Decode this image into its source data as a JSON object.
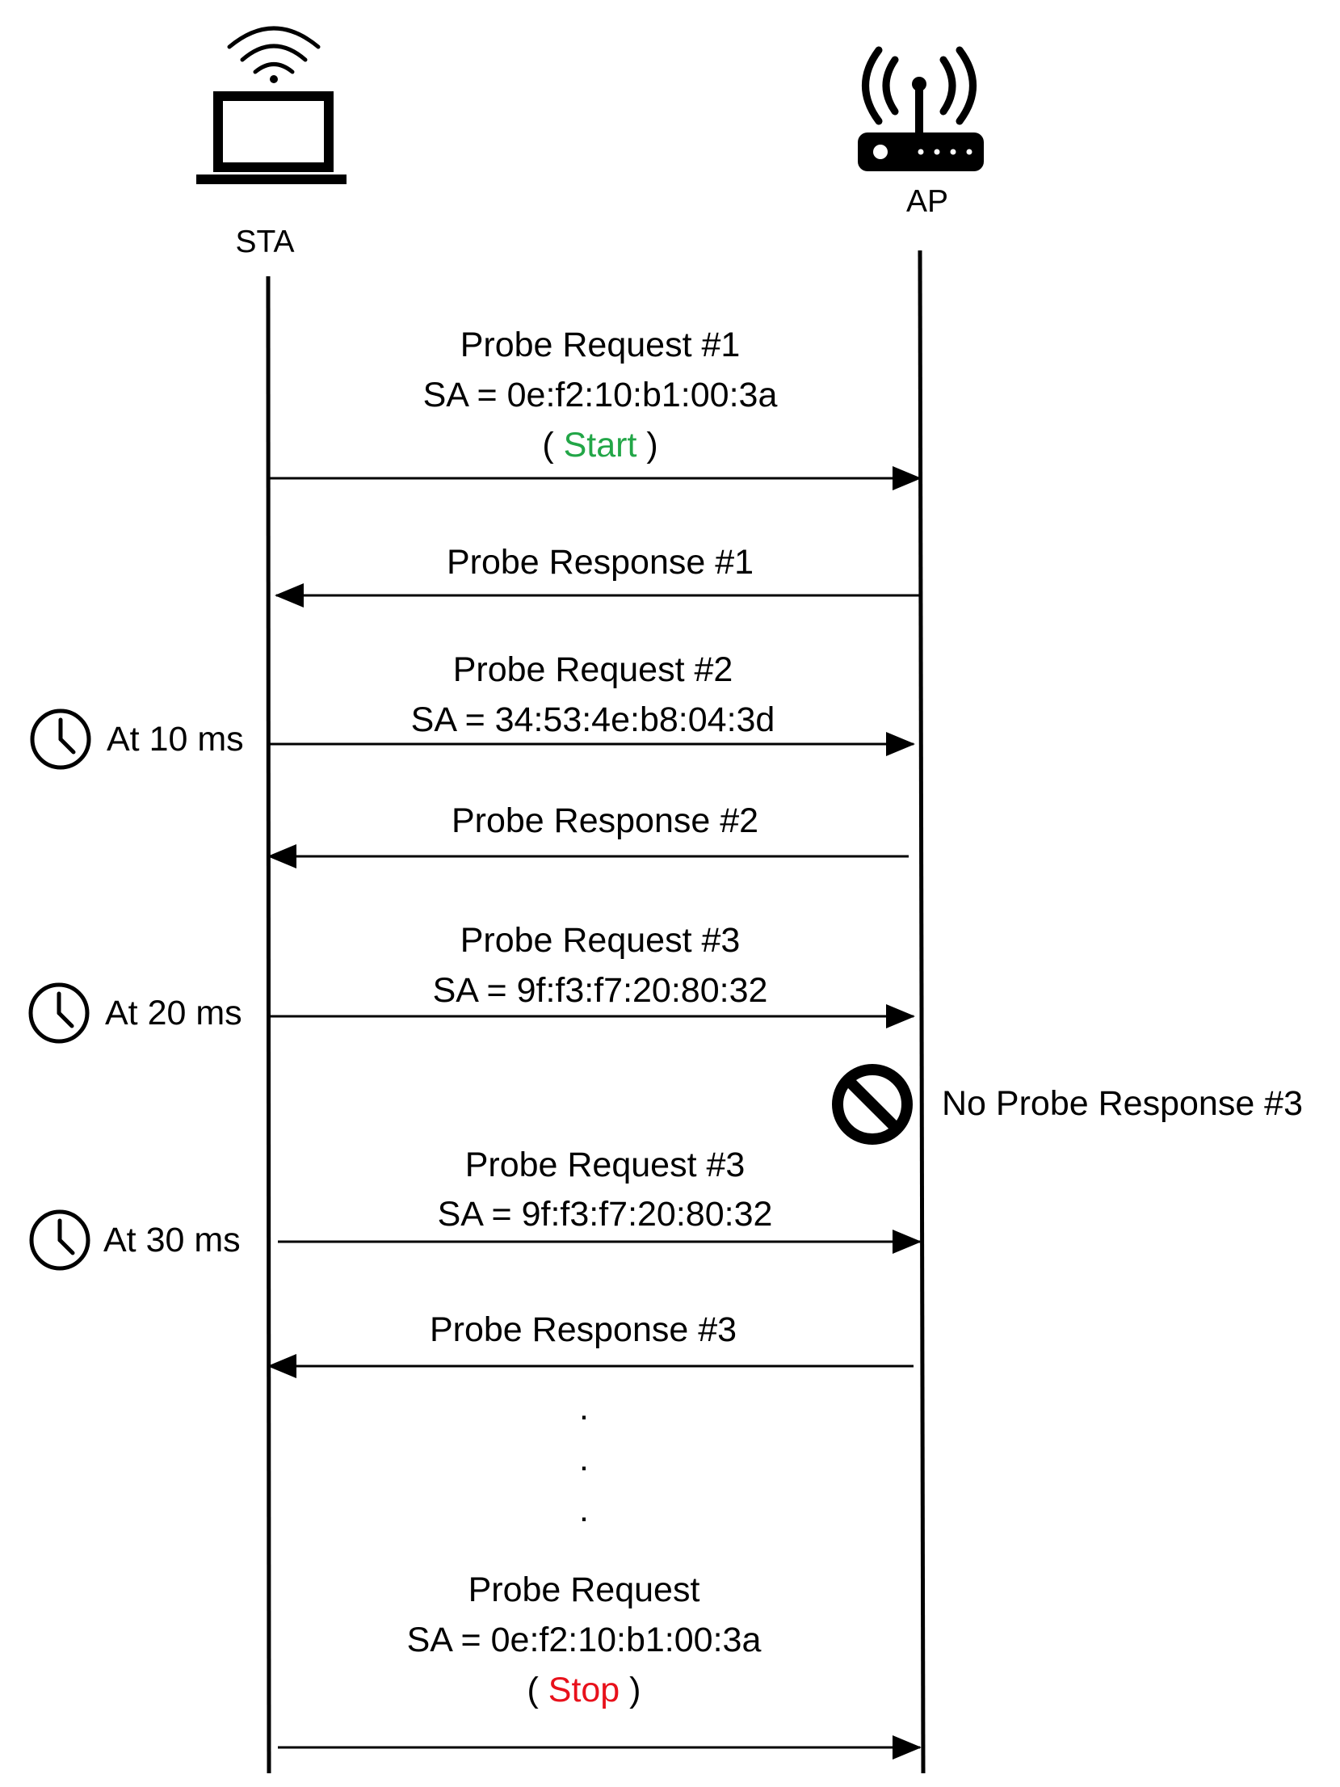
{
  "diagram": {
    "nodes": {
      "sta": {
        "label": "STA",
        "icon": "laptop-wifi-icon"
      },
      "ap": {
        "label": "AP",
        "icon": "wireless-router-icon"
      }
    },
    "messages": [
      {
        "id": "m1",
        "lines": [
          "Probe Request #1",
          "SA = 0e:f2:10:b1:00:3a"
        ],
        "marker": "Start",
        "marker_color": "#22a647",
        "direction": "sta-to-ap"
      },
      {
        "id": "m2",
        "lines": [
          "Probe Response #1"
        ],
        "direction": "ap-to-sta"
      },
      {
        "id": "m3",
        "lines": [
          "Probe Request #2",
          "SA = 34:53:4e:b8:04:3d"
        ],
        "time": "At 10 ms",
        "direction": "sta-to-ap"
      },
      {
        "id": "m4",
        "lines": [
          "Probe Response #2"
        ],
        "direction": "ap-to-sta"
      },
      {
        "id": "m5",
        "lines": [
          "Probe Request #3",
          "SA = 9f:f3:f7:20:80:32"
        ],
        "time": "At 20 ms",
        "direction": "sta-to-ap"
      },
      {
        "id": "m6",
        "lines": [
          "Probe Request #3",
          "SA = 9f:f3:f7:20:80:32"
        ],
        "time": "At 30 ms",
        "direction": "sta-to-ap"
      },
      {
        "id": "m7",
        "lines": [
          "Probe Response #3"
        ],
        "direction": "ap-to-sta"
      },
      {
        "id": "m8",
        "lines": [
          "Probe Request",
          "SA = 0e:f2:10:b1:00:3a"
        ],
        "marker": "Stop",
        "marker_color": "#e8111b",
        "direction": "sta-to-ap"
      }
    ],
    "no_response": {
      "label": "No Probe Response #3",
      "icon": "prohibited-icon"
    },
    "ellipsis": "."
  }
}
